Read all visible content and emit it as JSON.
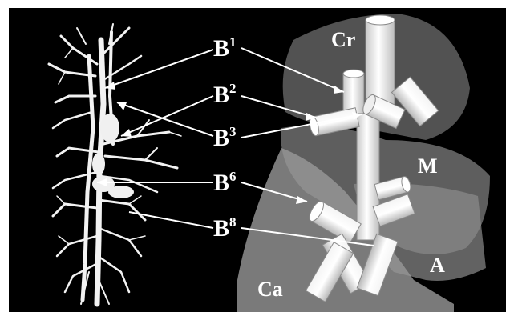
{
  "labels": {
    "b1": {
      "base": "B",
      "sup": "1"
    },
    "b2": {
      "base": "B",
      "sup": "2"
    },
    "b3": {
      "base": "B",
      "sup": "3"
    },
    "b6": {
      "base": "B",
      "sup": "6"
    },
    "b8": {
      "base": "B",
      "sup": "8"
    }
  },
  "regions": {
    "cr": "Cr",
    "m": "M",
    "a": "A",
    "ca": "Ca"
  }
}
